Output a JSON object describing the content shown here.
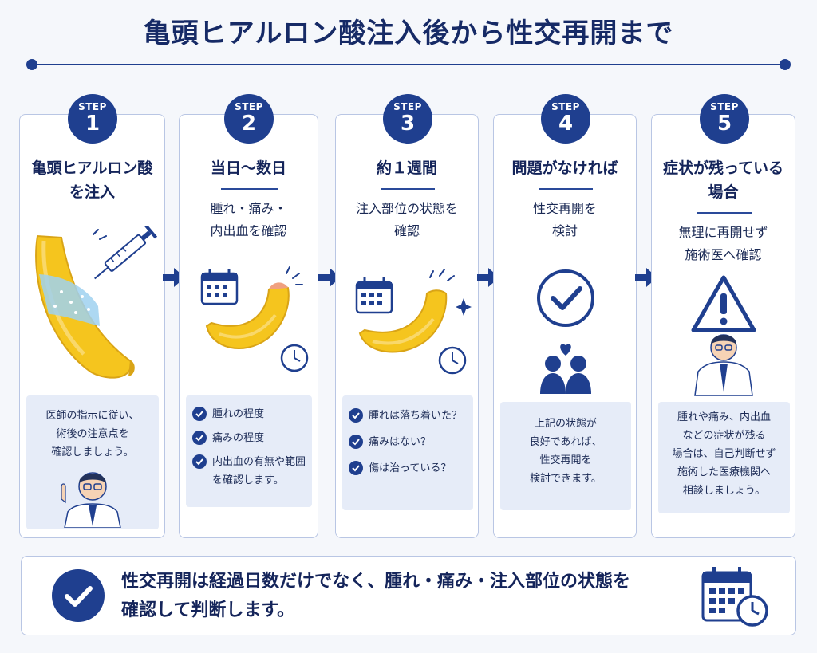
{
  "title": "亀頭ヒアルロン酸注入後から性交再開まで",
  "steps": [
    {
      "badge": "STEP",
      "number": "1",
      "heading": [
        "亀頭ヒアルロン酸",
        "を注入"
      ],
      "box_lines": [
        "医師の指示に従い、",
        "術後の注意点を",
        "確認しましょう。"
      ]
    },
    {
      "badge": "STEP",
      "number": "2",
      "heading": [
        "当日〜数日"
      ],
      "sub": [
        "腫れ・痛み・",
        "内出血を確認"
      ],
      "checks": [
        "腫れの程度",
        "痛みの程度",
        "内出血の有無や範囲を確認します。"
      ]
    },
    {
      "badge": "STEP",
      "number": "3",
      "heading": [
        "約１週間"
      ],
      "sub": [
        "注入部位の状態を",
        "確認"
      ],
      "checks": [
        "腫れは落ち着いた？",
        "痛みはない？",
        "傷は治っている？"
      ]
    },
    {
      "badge": "STEP",
      "number": "4",
      "heading": [
        "問題がなければ"
      ],
      "sub": [
        "性交再開を",
        "検討"
      ],
      "box_lines": [
        "上記の状態が",
        "良好であれば、",
        "性交再開を",
        "検討できます。"
      ]
    },
    {
      "badge": "STEP",
      "number": "5",
      "heading": [
        "症状が残っている",
        "場合"
      ],
      "sub": [
        "無理に再開せず",
        "施術医へ確認"
      ],
      "box_lines": [
        "腫れや痛み、内出血",
        "などの症状が残る",
        "場合は、自己判断せず",
        "施術した医療機関へ",
        "相談しましょう。"
      ]
    }
  ],
  "summary": [
    "性交再開は経過日数だけでなく、腫れ・痛み・注入部位の状態を",
    "確認して判断します。"
  ],
  "icons": [
    "syringe-icon",
    "calendar-icon",
    "clock-icon",
    "check-circle-icon",
    "warning-icon",
    "heart-icon",
    "couple-icon",
    "doctor-icon"
  ],
  "colors": {
    "navy": "#1f3f8f",
    "banana": "#f5c51e",
    "box_bg": "#e6ecf8",
    "border": "#b9c6e4"
  }
}
